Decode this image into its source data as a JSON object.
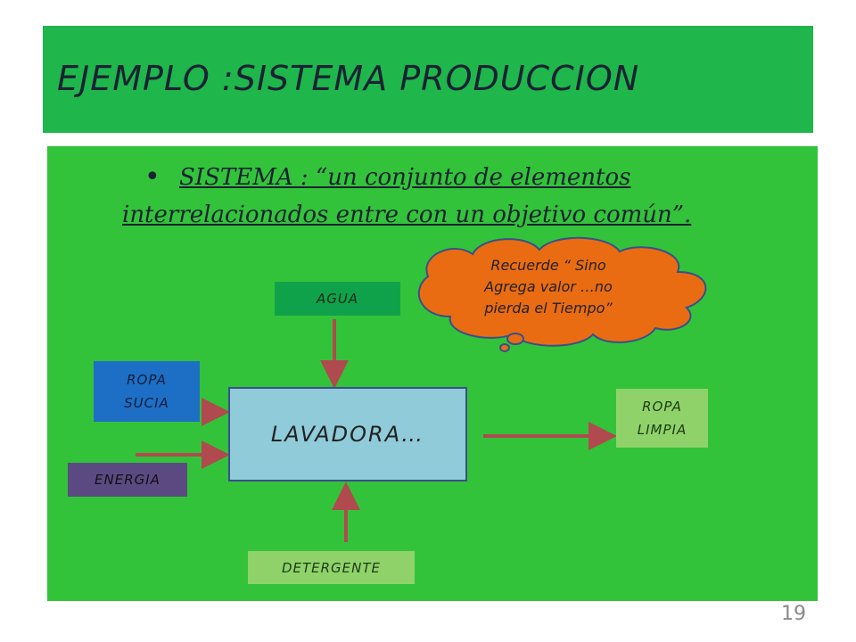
{
  "slide": {
    "title": "EJEMPLO :SISTEMA PRODUCCION",
    "bullet_line1": "SISTEMA : “un conjunto de elementos",
    "bullet_line2": "interrelacionados entre con un objetivo común”.",
    "page_number": "19"
  },
  "diagram": {
    "inputs": {
      "agua": "AGUA",
      "ropa_sucia_1": "ROPA",
      "ropa_sucia_2": "SUCIA",
      "energia": "ENERGIA",
      "detergente": "DETERGENTE"
    },
    "process": "LAVADORA…",
    "output_1": "ROPA",
    "output_2": "LIMPIA",
    "callout_1": "Recuerde “ Sino",
    "callout_2": "Agrega valor …no",
    "callout_3": "pierda el Tiempo”"
  },
  "colors": {
    "title_bar": "#1fb64b",
    "content_bg": "#33c33a",
    "agua_box": "#10a24a",
    "ropa_sucia_box": "#1d6fc6",
    "energia_box": "#5b4a82",
    "lavadora_box": "#8fcbd8",
    "output_box": "#8fd26a",
    "callout_fill": "#ea6c12",
    "arrow": "#b04a4f"
  }
}
